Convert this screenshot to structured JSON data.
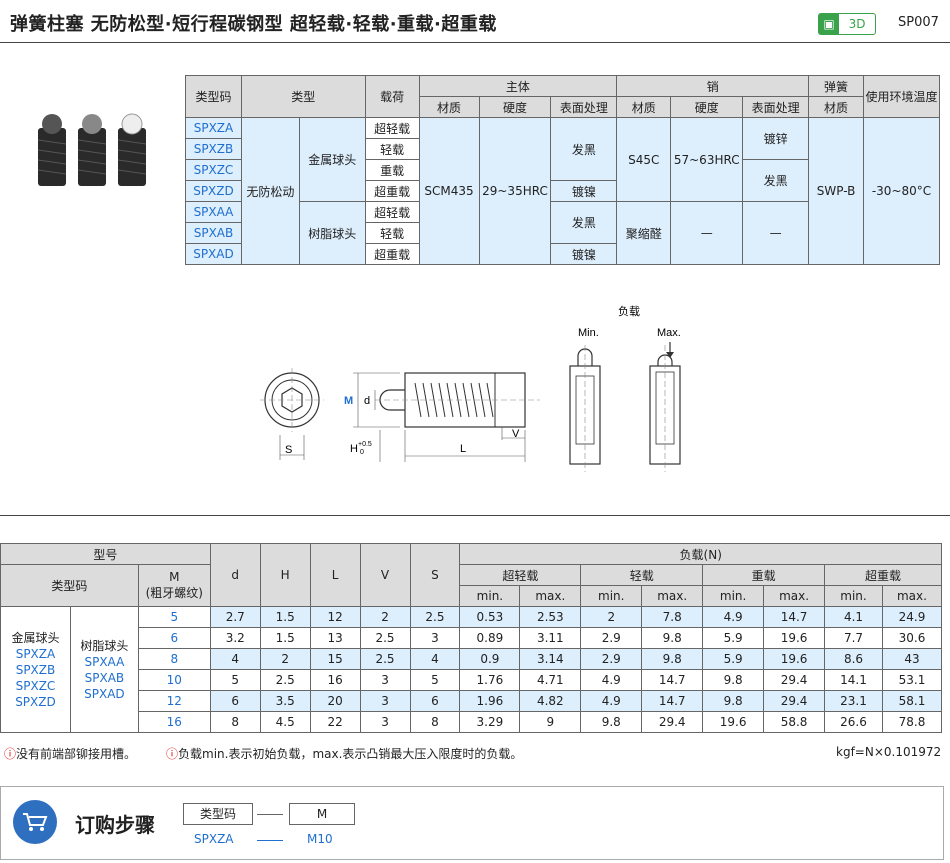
{
  "header": {
    "title": "弹簧柱塞  无防松型·短行程碳钢型  超轻载·轻载·重载·超重载",
    "badge_3d": "3D",
    "code": "SP007"
  },
  "spec": {
    "h_typecode": "类型码",
    "h_type": "类型",
    "h_load": "载荷",
    "h_body": "主体",
    "h_pin": "销",
    "h_spring": "弹簧",
    "h_env": "使用环境温度",
    "h_mat": "材质",
    "h_hard": "硬度",
    "h_surf": "表面处理",
    "codes": [
      "SPXZA",
      "SPXZB",
      "SPXZC",
      "SPXZD",
      "SPXAA",
      "SPXAB",
      "SPXAD"
    ],
    "loads": [
      "超轻载",
      "轻载",
      "重载",
      "超重载",
      "超轻载",
      "轻载",
      "超重载"
    ],
    "type_lock": "无防松动",
    "type_metal": "金属球头",
    "type_resin": "树脂球头",
    "body_mat": "SCM435",
    "body_hard": "29~35HRC",
    "surf_black": "发黑",
    "surf_ni": "镀镍",
    "pin_mat_metal": "S45C",
    "pin_hard_metal": "57~63HRC",
    "pin_zinc": "镀锌",
    "pin_black": "发黑",
    "pin_mat_resin": "聚缩醛",
    "dash": "—",
    "spring_mat": "SWP-B",
    "temp": "-30~80°C"
  },
  "diagram": {
    "load": "负载",
    "min": "Min.",
    "max": "Max.",
    "M": "M",
    "d": "d",
    "S": "S",
    "H": "H",
    "Htol_top": "+0.5",
    "Htol_bot": "0",
    "L": "L",
    "V": "V"
  },
  "dim": {
    "h_model": "型号",
    "h_typecode": "类型码",
    "h_M": "M",
    "h_M2": "(粗牙螺纹)",
    "h_d": "d",
    "h_H": "H",
    "h_L": "L",
    "h_V": "V",
    "h_S": "S",
    "h_load": "负载(N)",
    "h_xl": "超轻载",
    "h_l": "轻载",
    "h_h": "重载",
    "h_xh": "超重载",
    "h_min": "min.",
    "h_max": "max.",
    "metal_label": "金属球头",
    "metal_codes": [
      "SPXZA",
      "SPXZB",
      "SPXZC",
      "SPXZD"
    ],
    "resin_label": "树脂球头",
    "resin_codes": [
      "SPXAA",
      "SPXAB",
      "SPXAD"
    ],
    "rows": [
      [
        "5",
        "2.7",
        "1.5",
        "12",
        "2",
        "2.5",
        "0.53",
        "2.53",
        "2",
        "7.8",
        "4.9",
        "14.7",
        "4.1",
        "24.9"
      ],
      [
        "6",
        "3.2",
        "1.5",
        "13",
        "2.5",
        "3",
        "0.89",
        "3.11",
        "2.9",
        "9.8",
        "5.9",
        "19.6",
        "7.7",
        "30.6"
      ],
      [
        "8",
        "4",
        "2",
        "15",
        "2.5",
        "4",
        "0.9",
        "3.14",
        "2.9",
        "9.8",
        "5.9",
        "19.6",
        "8.6",
        "43"
      ],
      [
        "10",
        "5",
        "2.5",
        "16",
        "3",
        "5",
        "1.76",
        "4.71",
        "4.9",
        "14.7",
        "9.8",
        "29.4",
        "14.1",
        "53.1"
      ],
      [
        "12",
        "6",
        "3.5",
        "20",
        "3",
        "6",
        "1.96",
        "4.82",
        "4.9",
        "14.7",
        "9.8",
        "29.4",
        "23.1",
        "58.1"
      ],
      [
        "16",
        "8",
        "4.5",
        "22",
        "3",
        "8",
        "3.29",
        "9",
        "9.8",
        "29.4",
        "19.6",
        "58.8",
        "26.6",
        "78.8"
      ]
    ]
  },
  "notes": {
    "n1": "没有前端部铆接用槽。",
    "n2": "负载min.表示初始负载，max.表示凸销最大压入限度时的负载。",
    "kgf": "kgf=N×0.101972"
  },
  "order": {
    "title": "订购步骤",
    "col1": "类型码",
    "col2": "M",
    "val1": "SPXZA",
    "val2": "M10"
  }
}
